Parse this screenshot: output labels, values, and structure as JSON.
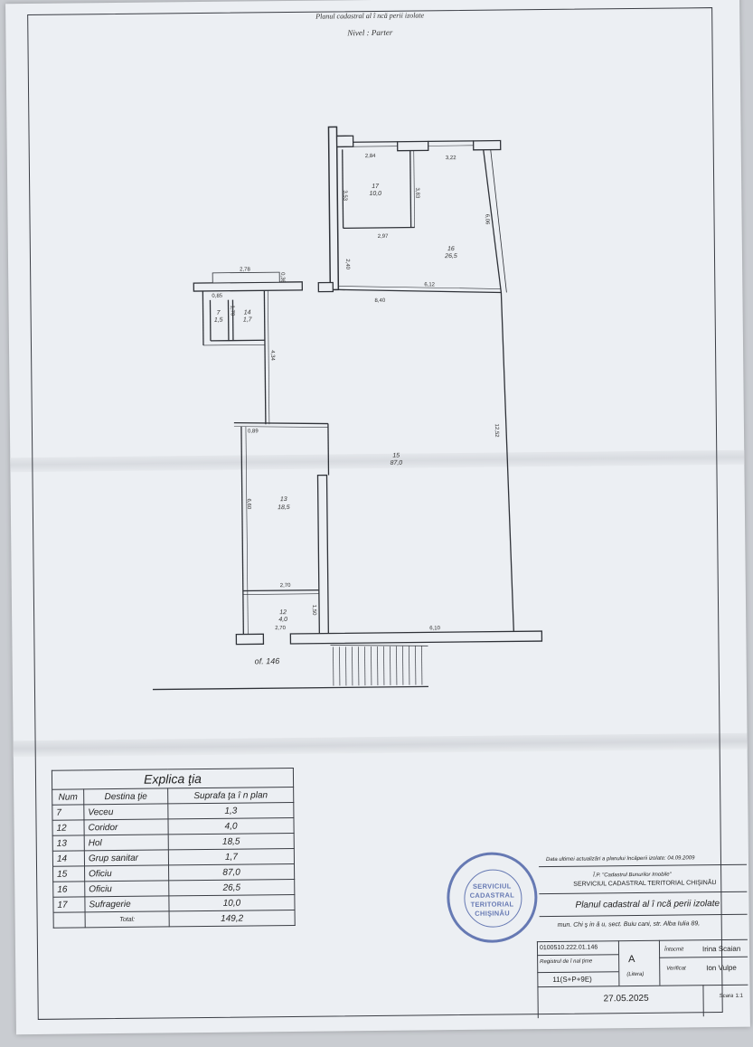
{
  "header": {
    "title": "Planul cadastral al î ncă perii izolate",
    "level": "Nivel : Parter"
  },
  "plan": {
    "dims": [
      "2,84",
      "3,22",
      "3,53",
      "3,83",
      "6,06",
      "2,97",
      "2,40",
      "6,12",
      "8,40",
      "2,78",
      "0,36",
      "0,85",
      "1,70",
      "4,34",
      "0,89",
      "12,52",
      "6,60",
      "2,70",
      "1,50",
      "2,70",
      "6,10"
    ],
    "rooms": [
      {
        "num": "17",
        "area": "10,0"
      },
      {
        "num": "16",
        "area": "26,5"
      },
      {
        "num": "7",
        "area": "1,5"
      },
      {
        "num": "14",
        "area": "1,7"
      },
      {
        "num": "15",
        "area": "87,0"
      },
      {
        "num": "13",
        "area": "18,5"
      },
      {
        "num": "12",
        "area": "4,0"
      }
    ],
    "elevation": "of. 146"
  },
  "legend": {
    "caption": "Explica ţia",
    "headers": [
      "Num",
      "Destina ţie",
      "Suprafa ţa î n plan"
    ],
    "rows": [
      [
        "7",
        "Veceu",
        "1,3"
      ],
      [
        "12",
        "Coridor",
        "4,0"
      ],
      [
        "13",
        "Hol",
        "18,5"
      ],
      [
        "14",
        "Grup sanitar",
        "1,7"
      ],
      [
        "15",
        "Oficiu",
        "87,0"
      ],
      [
        "16",
        "Oficiu",
        "26,5"
      ],
      [
        "17",
        "Sufragerie",
        "10,0"
      ]
    ],
    "total_label": "Total:",
    "total_value": "149,2"
  },
  "stamp": {
    "line1": "SERVICIUL",
    "line2": "CADASTRAL",
    "line3": "TERITORIAL",
    "line4": "CHIŞINĂU",
    "color": "#4f65a8"
  },
  "title_block": {
    "update_date": "Data ultimei actualizări a planului încăperii izolate: 04.09.2009",
    "org1": "Î.P. \"Cadastrul Bunurilor Imobile\"",
    "org2": "SERVICIUL CADASTRAL TERITORIAL CHIŞINĂU",
    "plan_title": "Planul cadastral al î ncă perii izolate",
    "address": "mun. Chi ş in ă u, sect. Buiu cani, str. Alba Iulia 89,",
    "cadastral_no": "0100510.222.01.146",
    "register_label": "Registrul de î nal ţime",
    "letter": "A",
    "letter_label": "(Litera)",
    "floors": "11(S+P+9E)",
    "executed_label": "Întocmit",
    "executed_name": "Irina Scaian",
    "checked_label": "Verificat",
    "checked_name": "Ion Vulpe",
    "date": "27.05.2025",
    "scale_label": "Scara",
    "scale_value": "1:1"
  }
}
